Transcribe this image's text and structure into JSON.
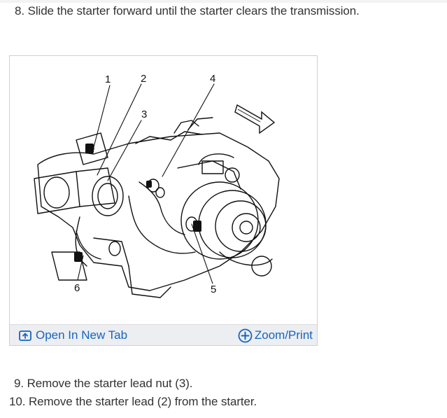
{
  "steps": {
    "step8": "8. Slide the starter forward until the starter clears the transmission.",
    "step9": "9. Remove the starter lead nut (3).",
    "step10": "10. Remove the starter lead (2) from the starter."
  },
  "figure": {
    "callouts": [
      "1",
      "2",
      "3",
      "4",
      "5",
      "6"
    ],
    "toolbar": {
      "open_label": "Open In New Tab",
      "zoom_label": "Zoom/Print",
      "link_color": "#1565c0"
    }
  }
}
